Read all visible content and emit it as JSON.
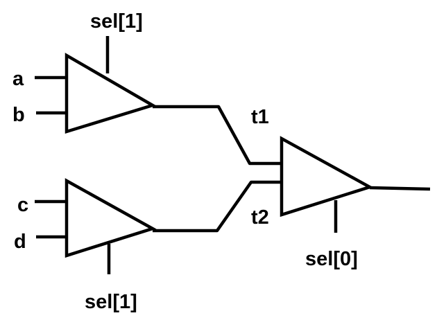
{
  "diagram": {
    "mux_top": {
      "inputs": [
        "a",
        "b"
      ],
      "select": "sel[1]"
    },
    "mux_bottom": {
      "inputs": [
        "c",
        "d"
      ],
      "select": "sel[1]"
    },
    "mux_final": {
      "inputs": [
        "t1",
        "t2"
      ],
      "select": "sel[0]"
    },
    "colors": {
      "stroke": "#000000",
      "background": "#ffffff"
    }
  }
}
